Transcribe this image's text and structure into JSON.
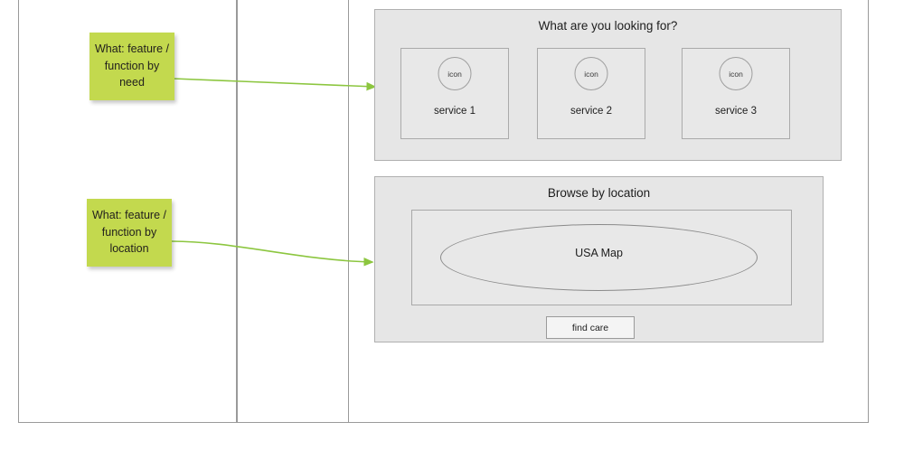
{
  "board": {
    "frames": [
      {
        "name": "left-column"
      },
      {
        "name": "middle-column"
      },
      {
        "name": "right-column"
      }
    ]
  },
  "notes": [
    {
      "id": "need",
      "text": "What: feature / function by need",
      "color": "#c3d94e"
    },
    {
      "id": "location",
      "text": "What: feature / function by location",
      "color": "#c3d94e"
    }
  ],
  "connectors": [
    {
      "from": "sticky-need",
      "to": "panel-need",
      "color": "#8cc63f",
      "style": "straight-arrow"
    },
    {
      "from": "sticky-location",
      "to": "panel-location",
      "color": "#8cc63f",
      "style": "curved-arrow"
    }
  ],
  "mockup": {
    "need_panel": {
      "title": "What are you looking for?",
      "cards": [
        {
          "icon_label": "icon",
          "label": "service 1"
        },
        {
          "icon_label": "icon",
          "label": "service 2"
        },
        {
          "icon_label": "icon",
          "label": "service 3"
        }
      ]
    },
    "location_panel": {
      "title": "Browse by location",
      "map_label": "USA Map",
      "button_label": "find care"
    }
  },
  "colors": {
    "sticky": "#c3d94e",
    "connector": "#8cc63f",
    "panel_fill": "#e6e6e6",
    "panel_stroke": "#b0b0b0",
    "card_stroke": "#aaaaaa",
    "frame_stroke": "#9a9a9a"
  }
}
